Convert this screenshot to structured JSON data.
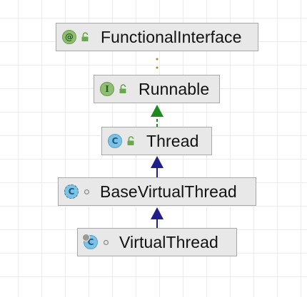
{
  "nodes": [
    {
      "id": "functionalinterface",
      "label": "FunctionalInterface",
      "kind": "annotation",
      "badge": "@",
      "visibility": "public"
    },
    {
      "id": "runnable",
      "label": "Runnable",
      "kind": "interface",
      "badge": "I",
      "visibility": "public"
    },
    {
      "id": "thread",
      "label": "Thread",
      "kind": "class",
      "badge": "C",
      "visibility": "public"
    },
    {
      "id": "basevirtualthread",
      "label": "BaseVirtualThread",
      "kind": "abstract-class",
      "badge": "C",
      "visibility": "package-private"
    },
    {
      "id": "virtualthread",
      "label": "VirtualThread",
      "kind": "final-class",
      "badge": "C",
      "visibility": "package-private"
    }
  ],
  "edges": [
    {
      "from": "runnable",
      "to": "functionalinterface",
      "type": "annotated-by",
      "color": "#a08a2a"
    },
    {
      "from": "thread",
      "to": "runnable",
      "type": "implements",
      "color": "#1c8a1c"
    },
    {
      "from": "basevirtualthread",
      "to": "thread",
      "type": "extends",
      "color": "#1f1f8a"
    },
    {
      "from": "virtualthread",
      "to": "basevirtualthread",
      "type": "extends",
      "color": "#1f1f8a"
    }
  ]
}
